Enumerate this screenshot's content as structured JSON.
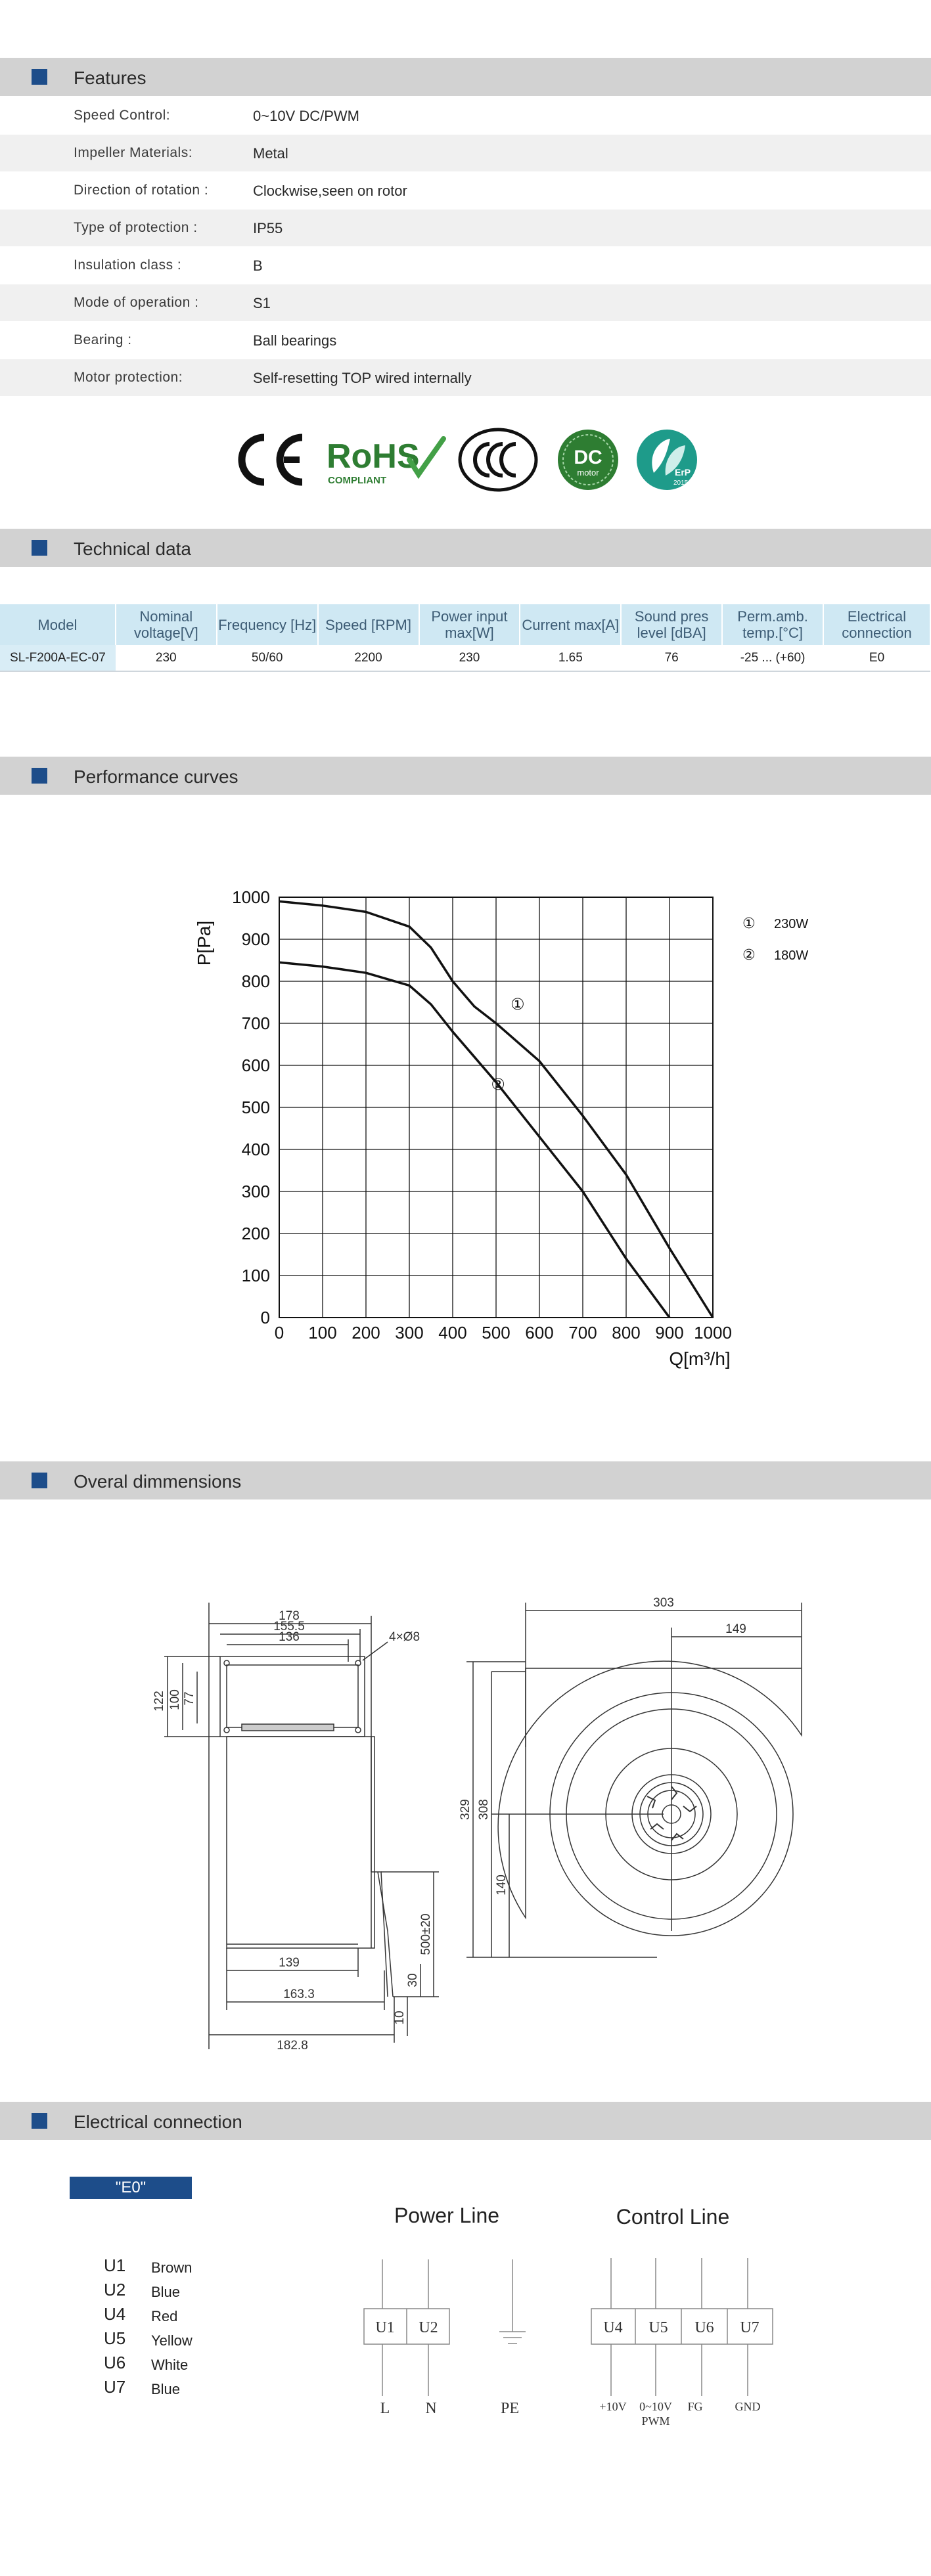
{
  "sections": {
    "features": "Features",
    "technical": "Technical data",
    "performance": "Performance curves",
    "dimensions": "Overal dimmensions",
    "electrical": "Electrical  connection"
  },
  "features": [
    {
      "key": "Speed Control:",
      "value": "0~10V DC/PWM"
    },
    {
      "key": "Impeller  Materials:",
      "value": "Metal"
    },
    {
      "key": "Direction  of  rotation  :",
      "value": "Clockwise,seen on rotor"
    },
    {
      "key": "Type of protection  :",
      "value": "IP55"
    },
    {
      "key": "Insulation  class  :",
      "value": "B"
    },
    {
      "key": "Mode of operation  :",
      "value": "S1"
    },
    {
      "key": "Bearing :",
      "value": "Ball bearings"
    },
    {
      "key": "Motor protection:",
      "value": "Self-resetting TOP wired internally"
    }
  ],
  "certifications": {
    "ce": "CE",
    "rohs": "RoHS",
    "rohs_sub": "COMPLIANT",
    "ccc": "CCC",
    "dc": "DC",
    "dc_sub": "motor",
    "erp": "ErP",
    "erp_year": "2015",
    "colors": {
      "rohs": "#2e7d32",
      "dc": "#2e7d32",
      "erp": "#1e9b8a"
    }
  },
  "tech": {
    "headers": [
      "Model",
      "Nominal voltage[V]",
      "Frequency [Hz]",
      "Speed [RPM]",
      "Power input max[W]",
      "Current max[A]",
      "Sound pres level [dBA]",
      "Perm.amb. temp.[°C]",
      "Electrical connection"
    ],
    "row": [
      "SL-F200A-EC-07",
      "230",
      "50/60",
      "2200",
      "230",
      "1.65",
      "76",
      "-25 ... (+60)",
      "E0"
    ]
  },
  "chart_data": {
    "type": "line",
    "title": "",
    "xlabel": "Q[m³/h]",
    "ylabel": "P[Pa]",
    "xlim": [
      0,
      1000
    ],
    "ylim": [
      0,
      1000
    ],
    "xticks": [
      "0",
      "100",
      "200",
      "300",
      "400",
      "500",
      "600",
      "700",
      "800",
      "900",
      "1000"
    ],
    "yticks": [
      "0",
      "100",
      "200",
      "300",
      "400",
      "500",
      "600",
      "700",
      "800",
      "900",
      "1000"
    ],
    "grid": true,
    "legend": "top-right",
    "series": [
      {
        "name": "230W",
        "marker": "①",
        "x": [
          0,
          100,
          200,
          300,
          350,
          400,
          450,
          500,
          600,
          700,
          800,
          900,
          1000
        ],
        "y": [
          990,
          980,
          965,
          930,
          880,
          800,
          740,
          700,
          610,
          480,
          340,
          165,
          0
        ]
      },
      {
        "name": "180W",
        "marker": "②",
        "x": [
          0,
          100,
          200,
          300,
          350,
          400,
          450,
          500,
          600,
          700,
          800,
          900
        ],
        "y": [
          845,
          835,
          820,
          790,
          745,
          680,
          620,
          560,
          430,
          300,
          140,
          0
        ]
      }
    ]
  },
  "dimensions": {
    "left": {
      "w178": "178",
      "w155": "155.5",
      "w136": "136",
      "holes": "4×Ø8",
      "h122": "122",
      "h100": "100",
      "h77": "77",
      "b139": "139",
      "b163": "163.3",
      "b182": "182.8",
      "lead": "500±20",
      "d30": "30",
      "d10": "10"
    },
    "right": {
      "w303": "303",
      "w149": "149",
      "h329": "329",
      "h308": "308",
      "h140": "140"
    }
  },
  "electrical": {
    "badge": "\"E0\"",
    "wires": [
      {
        "id": "U1",
        "color": "Brown"
      },
      {
        "id": "U2",
        "color": "Blue"
      },
      {
        "id": "U4",
        "color": "Red"
      },
      {
        "id": "U5",
        "color": "Yellow"
      },
      {
        "id": "U6",
        "color": "White"
      },
      {
        "id": "U7",
        "color": "Blue"
      }
    ],
    "power_line": "Power Line",
    "control_line": "Control Line",
    "power_terms": [
      "U1",
      "U2"
    ],
    "power_labels": [
      "L",
      "N",
      "PE"
    ],
    "control_terms": [
      "U4",
      "U5",
      "U6",
      "U7"
    ],
    "control_labels": [
      "+10V",
      "0~10V",
      "FG",
      "GND"
    ],
    "pwm": "PWM"
  }
}
